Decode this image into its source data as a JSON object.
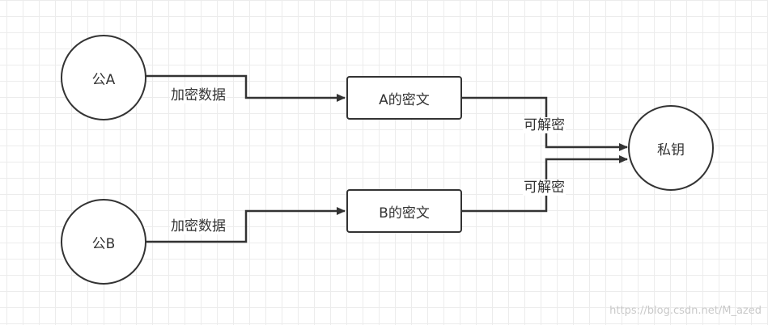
{
  "nodes": {
    "pub_a": "公A",
    "pub_b": "公B",
    "cipher_a": "A的密文",
    "cipher_b": "B的密文",
    "private_key": "私钥"
  },
  "edges": {
    "encrypt_a": "加密数据",
    "encrypt_b": "加密数据",
    "decrypt_a": "可解密",
    "decrypt_b": "可解密"
  },
  "watermark": "https://blog.csdn.net/M_azed",
  "colors": {
    "stroke": "#333333",
    "grid": "#ececec",
    "background": "#ffffff"
  }
}
